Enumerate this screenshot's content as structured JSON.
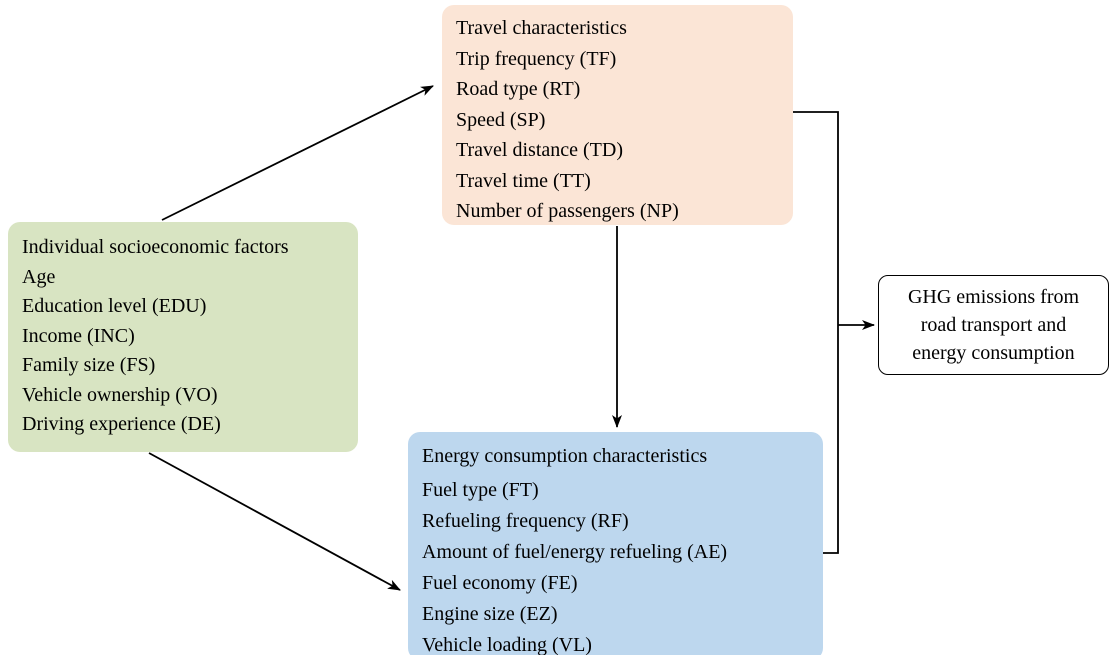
{
  "diagram": {
    "boxes": {
      "socioeconomic": {
        "title": "Individual socioeconomic factors",
        "items": [
          "Age",
          "Education level (EDU)",
          "Income (INC)",
          "Family size (FS)",
          "Vehicle ownership (VO)",
          "Driving experience (DE)"
        ],
        "bg_color": "#d8e4c2"
      },
      "travel": {
        "title": "Travel characteristics",
        "items": [
          "Trip frequency (TF)",
          "Road type (RT)",
          "Speed (SP)",
          "Travel distance (TD)",
          "Travel time (TT)",
          "Number of passengers (NP)"
        ],
        "bg_color": "#fbe5d6"
      },
      "energy": {
        "title": "Energy consumption characteristics",
        "items": [
          "Fuel type (FT)",
          "Refueling frequency (RF)",
          "Amount of fuel/energy refueling (AE)",
          "Fuel economy (FE)",
          "Engine size (EZ)",
          "Vehicle loading (VL)"
        ],
        "bg_color": "#bdd7ee"
      },
      "outcome": {
        "title": "GHG emissions from road transport and energy consumption",
        "bg_color": "#ffffff",
        "border_color": "#000000"
      }
    },
    "arrow_color": "#000000"
  }
}
